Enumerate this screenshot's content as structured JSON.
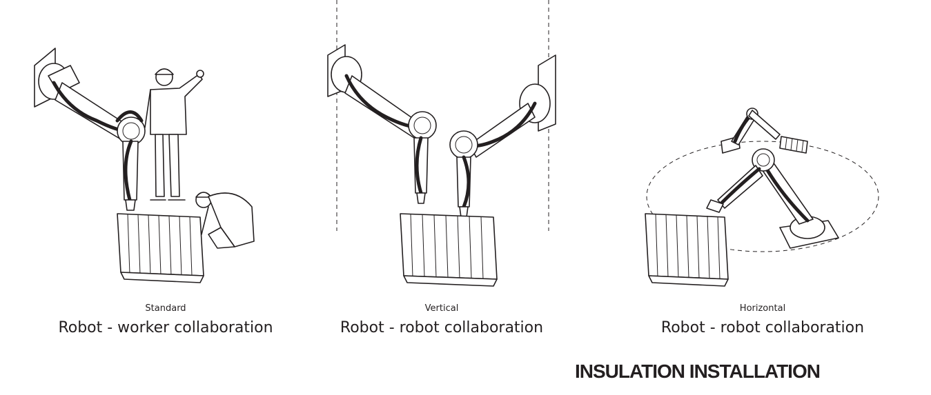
{
  "panels": [
    {
      "mode": "Standard",
      "caption": "Robot - worker collaboration"
    },
    {
      "mode": "Vertical",
      "caption": "Robot - robot collaboration"
    },
    {
      "mode": "Horizontal",
      "caption": "Robot - robot collaboration"
    }
  ],
  "footer_title": "INSULATION INSTALLATION"
}
